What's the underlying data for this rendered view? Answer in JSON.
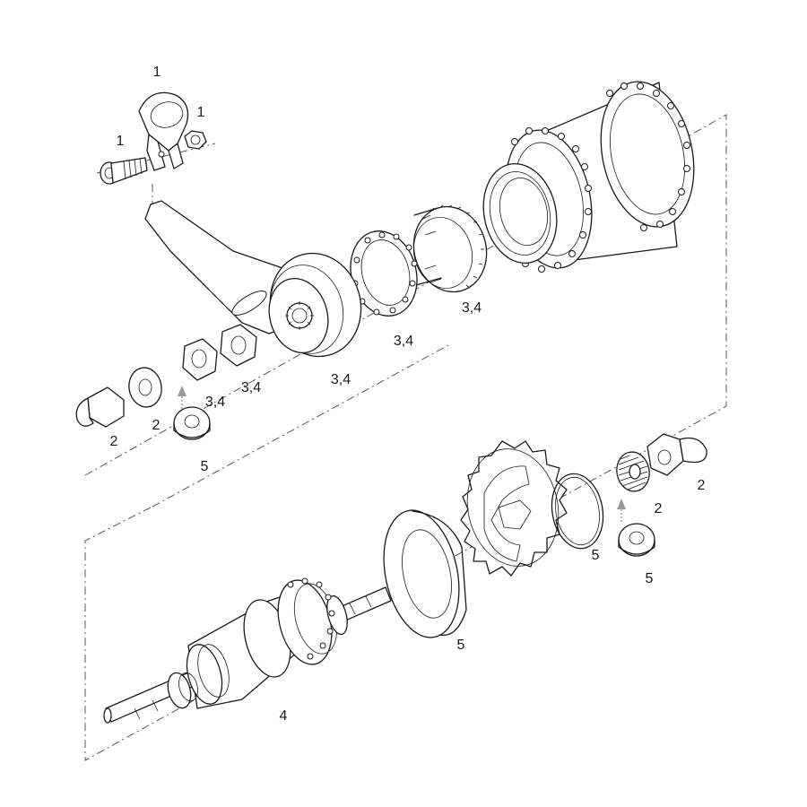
{
  "labels": {
    "clamp_top": "1",
    "clamp_nut": "1",
    "clamp_bolt": "1",
    "torque_arm": "3,4",
    "bearing_cage": "3,4",
    "driver_ring": "3,4",
    "locknut_a": "3,4",
    "locknut_b": "3,4",
    "washer_left": "2",
    "axle_nut_left": "2",
    "spacer_left": "5",
    "internals": "4",
    "dust_cap": "5",
    "snap_ring": "5",
    "washer_right": "2",
    "axle_nut_right": "2",
    "spacer_right": "5"
  },
  "colors": {
    "line": "#1a1a1a",
    "axis": "#555555",
    "arrow": "#9a9a9a"
  }
}
